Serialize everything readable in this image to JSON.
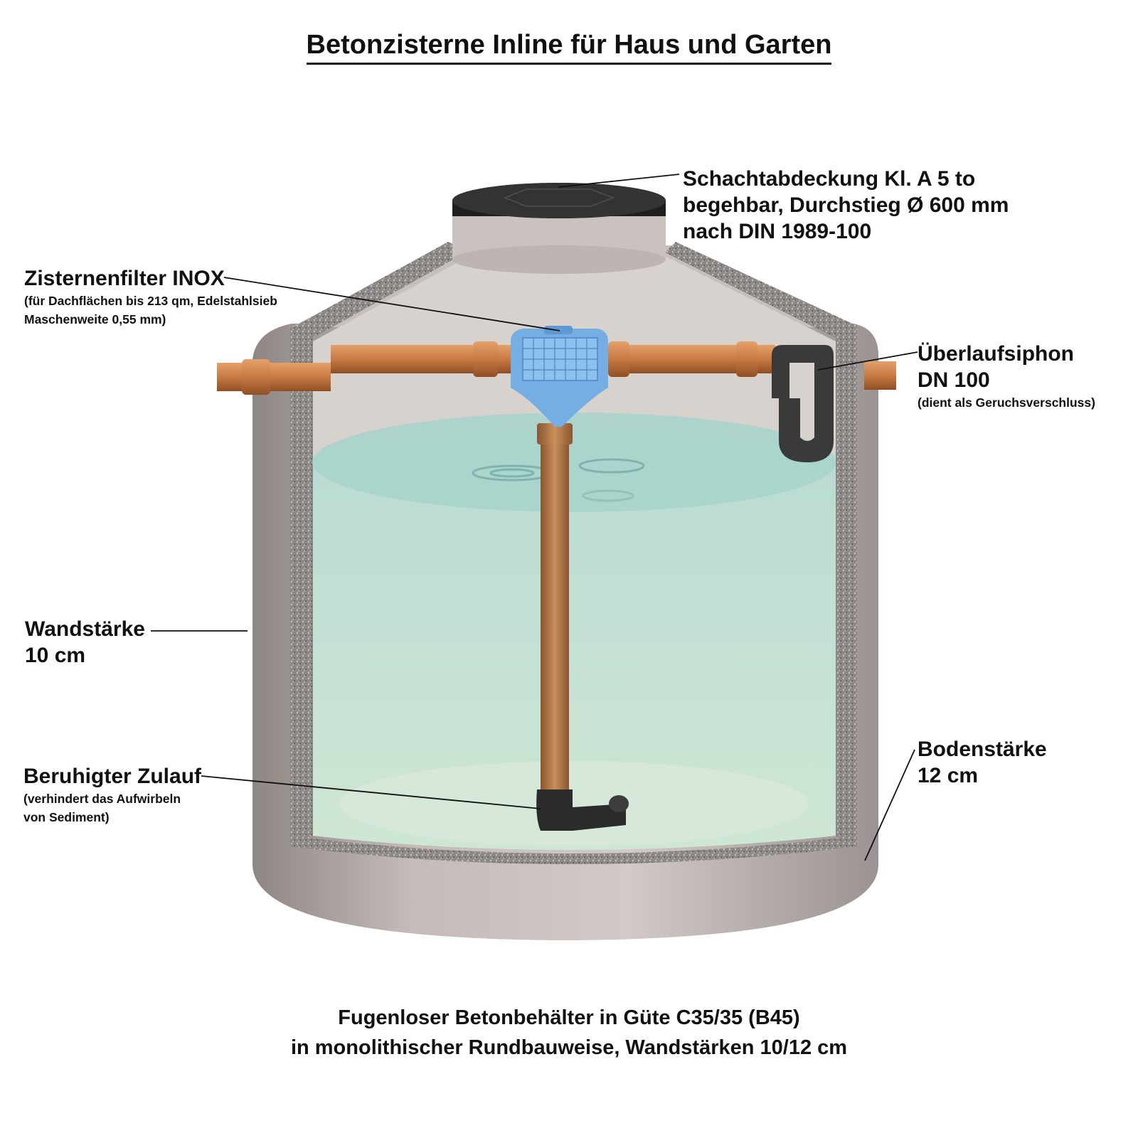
{
  "title": "Betonzisterne Inline für Haus und Garten",
  "labels": {
    "manhole_cover": {
      "line1": "Schachtabdeckung Kl. A 5 to",
      "line2": "begehbar, Durchstieg Ø 600 mm",
      "line3": "nach DIN 1989-100"
    },
    "filter": {
      "heading": "Zisternenfilter INOX",
      "line1": "(für Dachflächen bis 213 qm, Edelstahlsieb",
      "line2": "Maschenweite  0,55 mm)"
    },
    "siphon": {
      "heading": "Überlaufsiphon",
      "line2": "DN 100",
      "note": "(dient als Geruchsverschluss)"
    },
    "wall": {
      "heading": "Wandstärke",
      "value": "10 cm"
    },
    "inlet": {
      "heading": "Beruhigter Zulauf",
      "line1": "(verhindert das Aufwirbeln",
      "line2": "von Sediment)"
    },
    "floor": {
      "heading": "Bodenstärke",
      "value": "12 cm"
    }
  },
  "caption": {
    "line1": "Fugenloser Betonbehälter in Güte C35/35 (B45)",
    "line2": "in monolithischer Rundbauweise, Wandstärken 10/12 cm"
  },
  "colors": {
    "concrete": "#b8aeab",
    "concrete_section": "#8f8a88",
    "water": "#c9e2d2",
    "water_surface": "#9fd0c8",
    "pipe": "#c87a43",
    "filter": "#6fa9e0",
    "siphon": "#3a3a3a"
  }
}
